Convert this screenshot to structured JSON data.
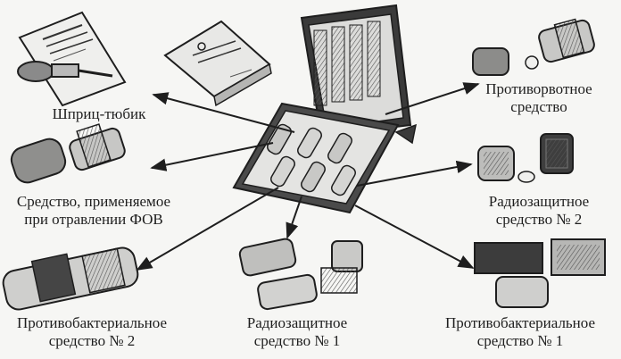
{
  "labels": {
    "syringe": "Шприц-тюбик",
    "anthelmintic_line1": "Противорвотное",
    "anthelmintic_line2": "средство",
    "fov_line1": "Средство, применяемое",
    "fov_line2": "при отравлении ФОВ",
    "radio2_line1": "Радиозащитное",
    "radio2_line2": "средство № 2",
    "antibact2_line1": "Противобактериальное",
    "antibact2_line2": "средство № 2",
    "radio1_line1": "Радиозащитное",
    "radio1_line2": "средство № 1",
    "antibact1_line1": "Противобактериальное",
    "antibact1_line2": "средство № 1"
  },
  "colors": {
    "ink": "#1e1e1e",
    "paper": "#f6f6f4",
    "case_dark": "#3a3a3a",
    "shade": "#8a8a8a",
    "light": "#e4e4e2"
  },
  "icons": [
    "instruction-booklet-icon",
    "syringe-tube-icon",
    "instruction-leaflet-icon",
    "first-aid-kit-icon",
    "pill-case-icon"
  ]
}
